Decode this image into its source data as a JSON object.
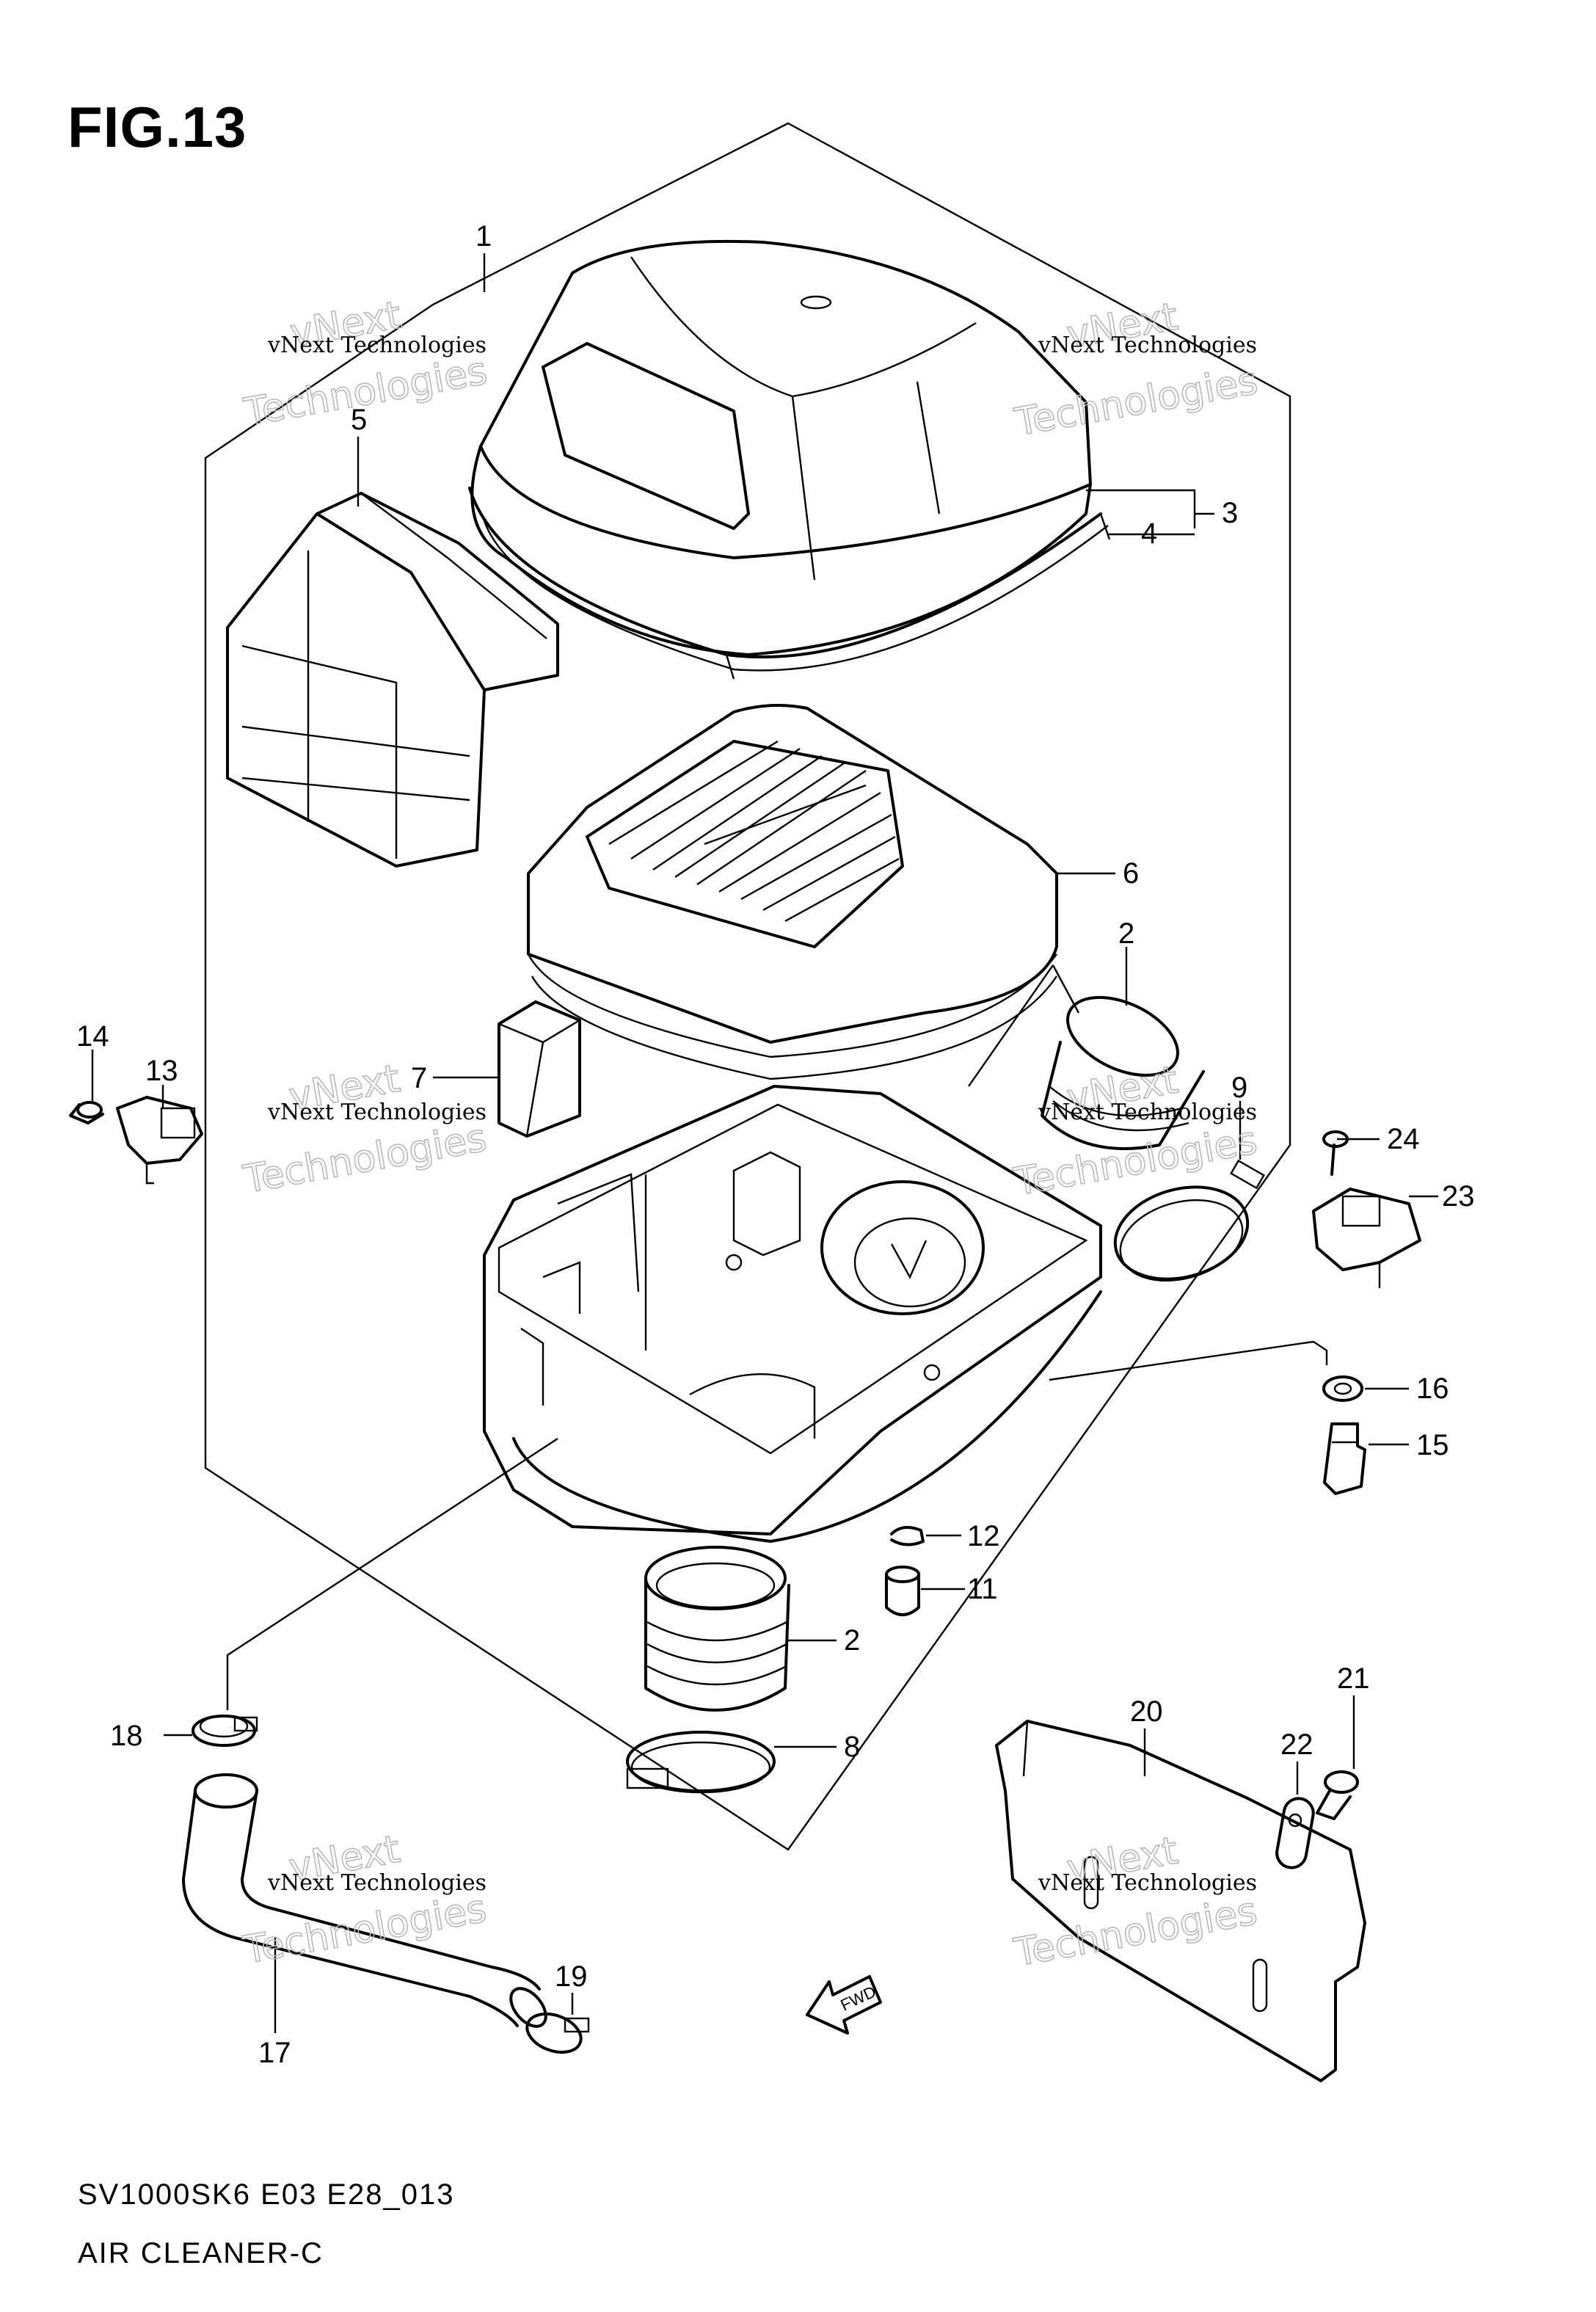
{
  "figure": {
    "title": "FIG.13"
  },
  "footer": {
    "model_code": "SV1000SK6 E03 E28_013",
    "section_name": "AIR CLEANER-C"
  },
  "watermark": {
    "line1": "vNext Technologies",
    "line2": "Technologies",
    "line3": "vNext"
  },
  "fwd_arrow": {
    "label": "FWD"
  },
  "callouts": {
    "n1": "1",
    "n2a": "2",
    "n2b": "2",
    "n3": "3",
    "n4": "4",
    "n5": "5",
    "n6": "6",
    "n7": "7",
    "n8": "8",
    "n9": "9",
    "n11": "11",
    "n12": "12",
    "n13": "13",
    "n14": "14",
    "n15": "15",
    "n16": "16",
    "n17": "17",
    "n18": "18",
    "n19": "19",
    "n20": "20",
    "n21": "21",
    "n22": "22",
    "n23": "23",
    "n24": "24"
  }
}
